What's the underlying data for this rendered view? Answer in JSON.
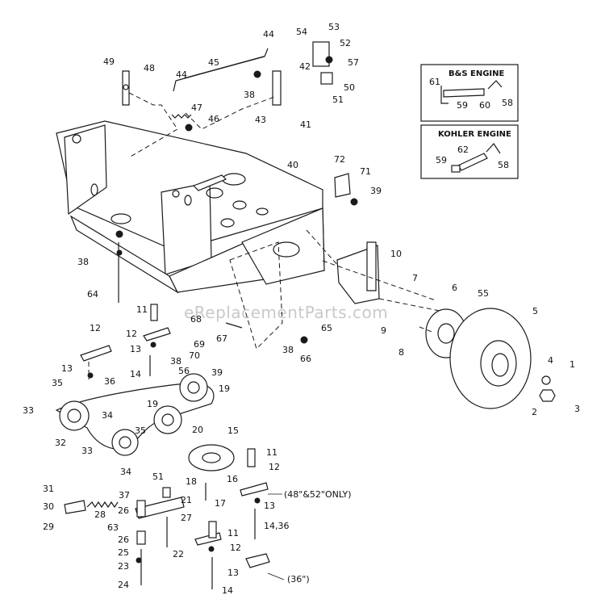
{
  "watermark": "eReplacementParts.com",
  "engine_boxes": {
    "bs": {
      "title": "B&S ENGINE",
      "labels": [
        "61",
        "59",
        "60",
        "58"
      ]
    },
    "kohler": {
      "title": "KOHLER ENGINE",
      "labels": [
        "62",
        "59",
        "58"
      ]
    }
  },
  "notes": {
    "deck_48_52": "(48\"&52\"ONLY)",
    "deck_36": "(36\")"
  },
  "callouts": {
    "c1": "1",
    "c2": "2",
    "c3": "3",
    "c4": "4",
    "c5": "5",
    "c6": "6",
    "c7": "7",
    "c8": "8",
    "c9": "9",
    "c10": "10",
    "c11a": "11",
    "c11b": "11",
    "c11c": "11",
    "c12a": "12",
    "c12b": "12",
    "c12c": "12",
    "c12d": "12",
    "c13a": "13",
    "c13b": "13",
    "c13c": "13",
    "c13d": "13",
    "c14a": "14",
    "c14b": "14,36",
    "c14c": "14",
    "c15": "15",
    "c16": "16",
    "c17": "17",
    "c18": "18",
    "c19a": "19",
    "c19b": "19",
    "c20": "20",
    "c21": "21",
    "c22": "22",
    "c23": "23",
    "c24": "24",
    "c25": "25",
    "c26a": "26",
    "c26b": "26",
    "c27": "27",
    "c28": "28",
    "c29": "29",
    "c30": "30",
    "c31": "31",
    "c32": "32",
    "c33a": "33",
    "c33b": "33",
    "c34a": "34",
    "c34b": "34",
    "c35a": "35",
    "c35b": "35",
    "c36": "36",
    "c37": "37",
    "c38a": "38",
    "c38b": "38",
    "c38c": "38",
    "c38d": "38",
    "c39a": "39",
    "c39b": "39",
    "c40": "40",
    "c41": "41",
    "c42": "42",
    "c43": "43",
    "c44a": "44",
    "c44b": "44",
    "c45": "45",
    "c46": "46",
    "c47": "47",
    "c48": "48",
    "c49": "49",
    "c50": "50",
    "c51a": "51",
    "c51b": "51",
    "c52": "52",
    "c53": "53",
    "c54": "54",
    "c55": "55",
    "c56": "56",
    "c57": "57",
    "c63": "63",
    "c64": "64",
    "c65": "65",
    "c66": "66",
    "c67": "67",
    "c68": "68",
    "c69": "69",
    "c70": "70",
    "c71": "71",
    "c72": "72"
  }
}
